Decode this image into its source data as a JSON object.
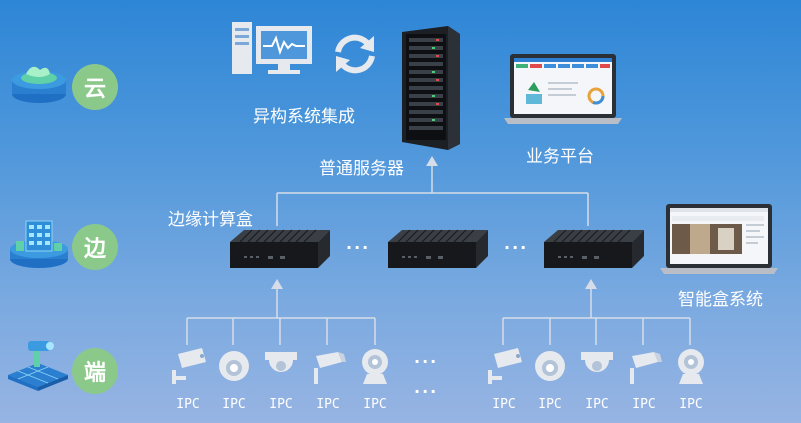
{
  "tiers": {
    "cloud": "云",
    "edge": "边",
    "end": "端"
  },
  "top": {
    "heterogeneous_label": "异构系统集成",
    "server_label": "普通服务器",
    "platform_label": "业务平台"
  },
  "edge": {
    "box_label": "边缘计算盒",
    "smart_box_label": "智能盒系统",
    "ellipsis": "···"
  },
  "end": {
    "camera_label": "IPC",
    "ellipsis": "···"
  },
  "colors": {
    "tier_circle": "#8bc98b",
    "line": "#d6dde8",
    "icon": "#e6e9ee"
  }
}
